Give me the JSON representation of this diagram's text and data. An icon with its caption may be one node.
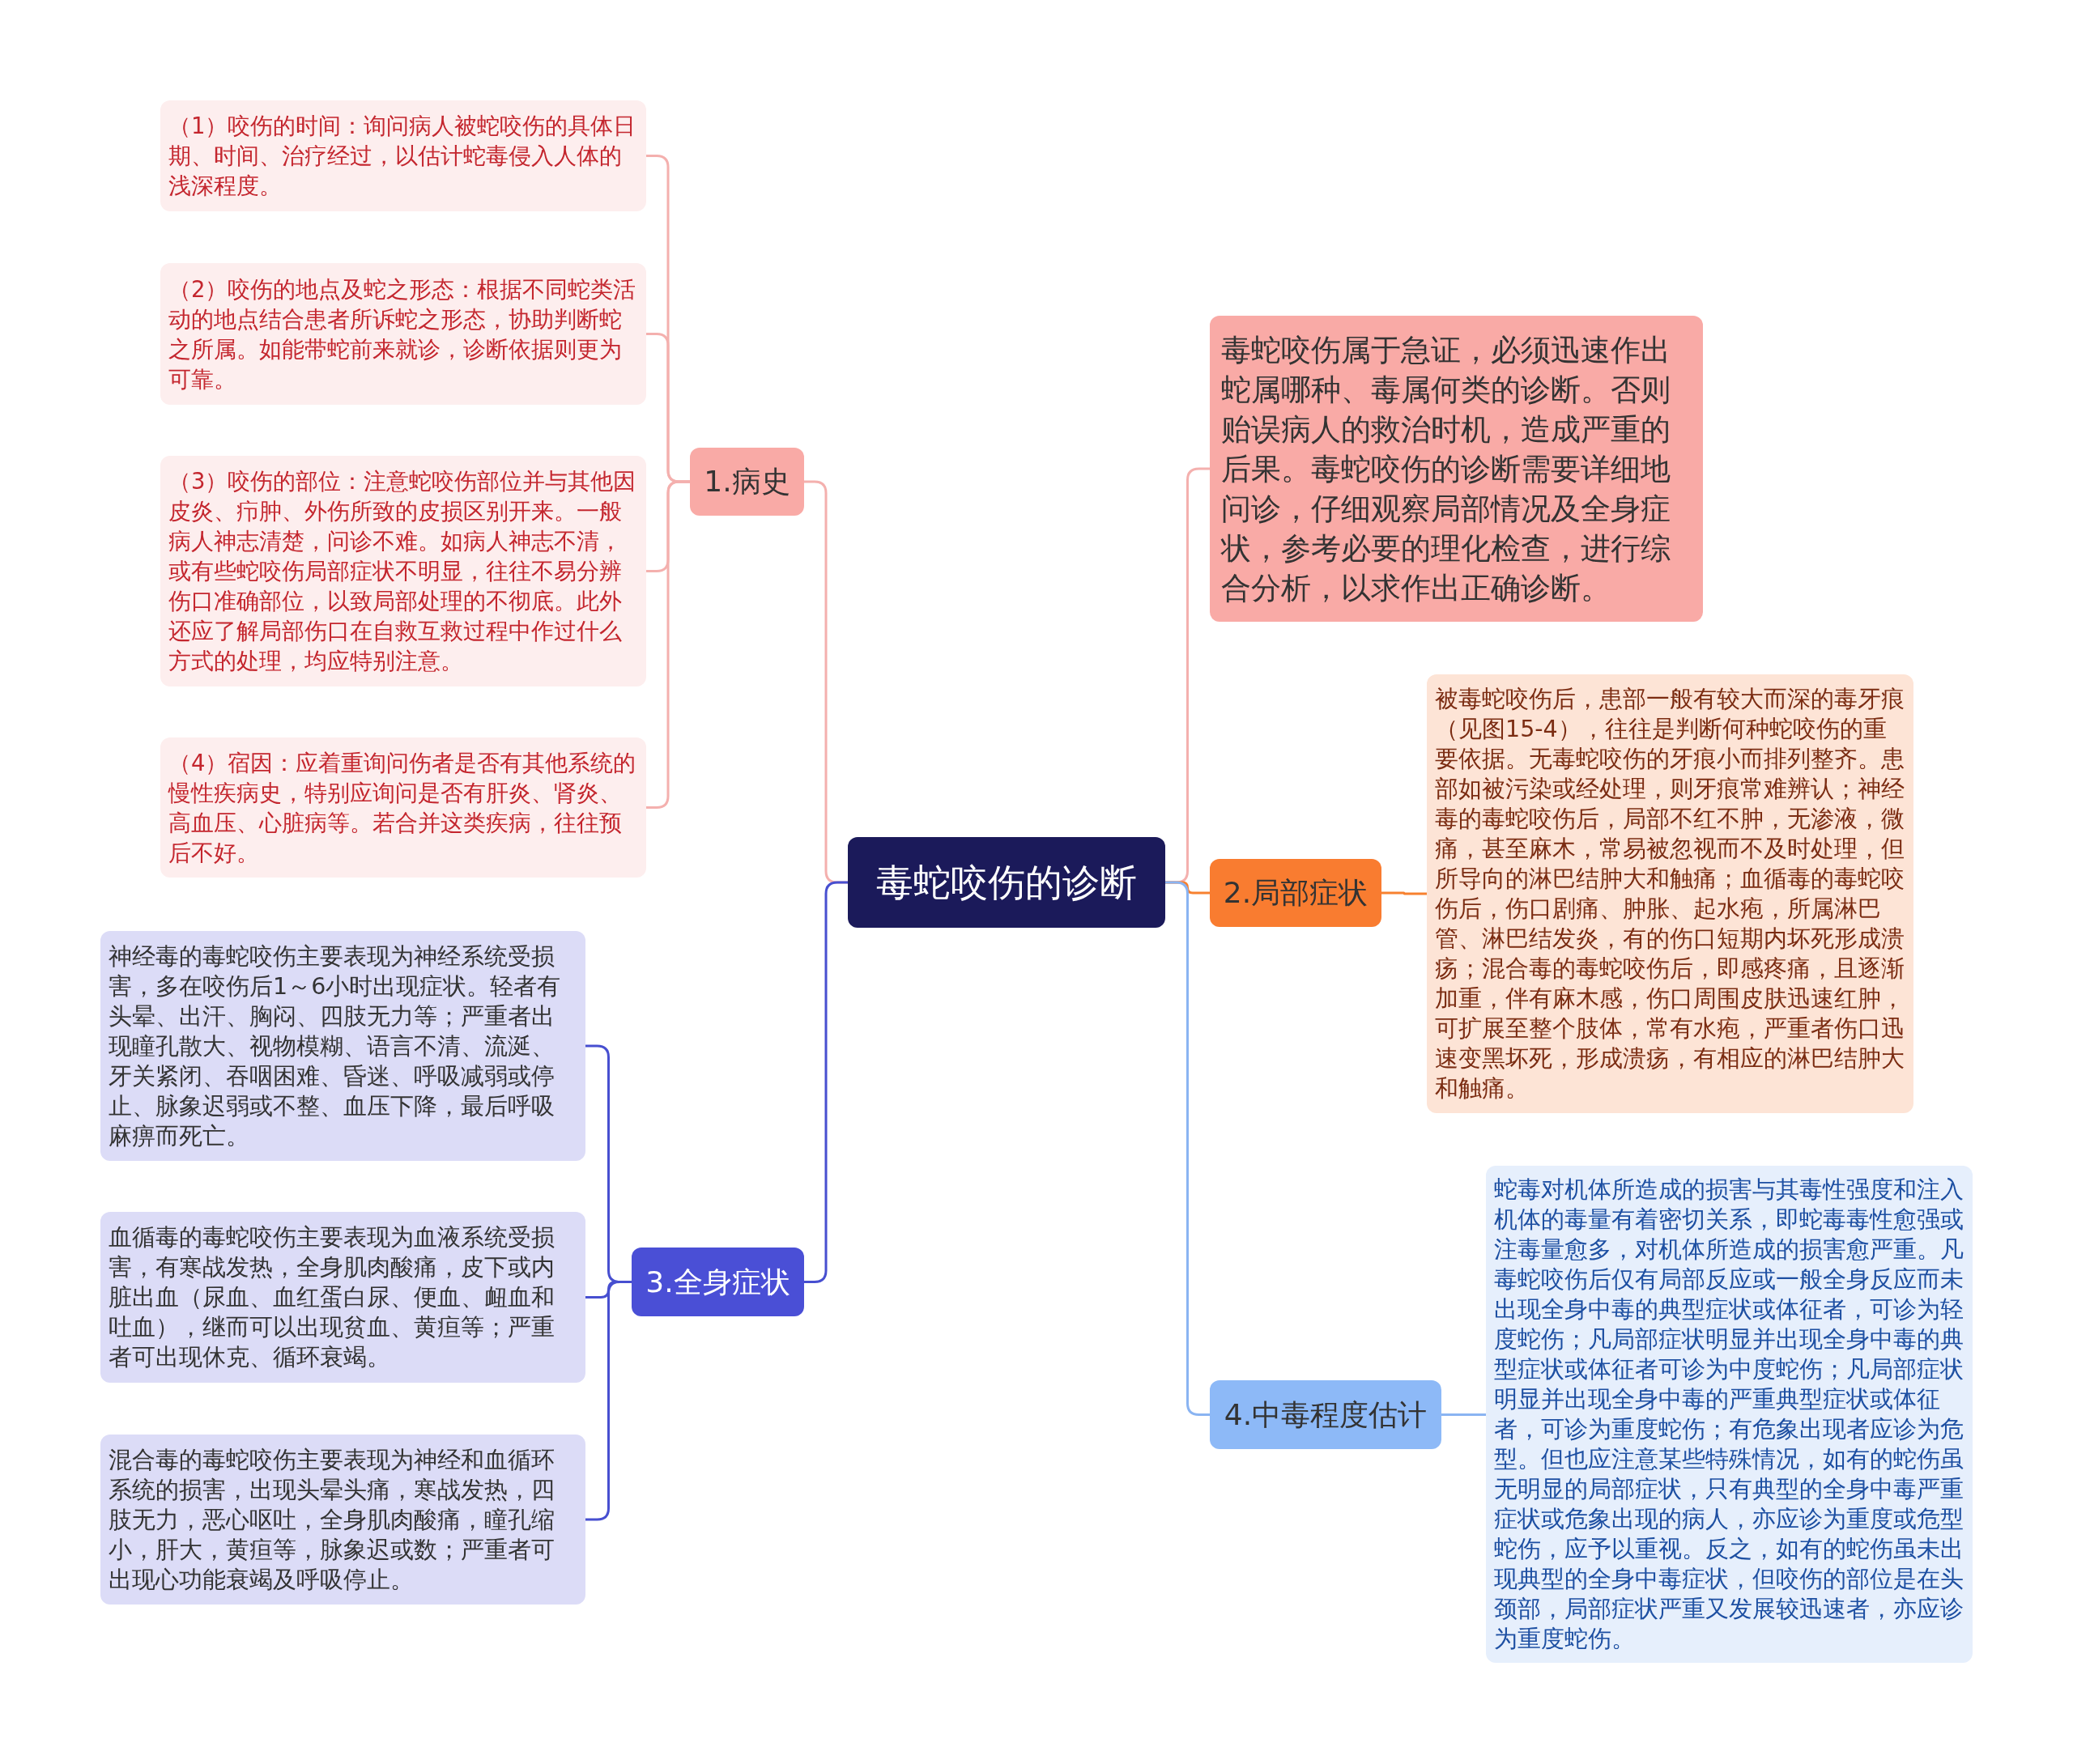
{
  "diagram": {
    "nodes": [
      {
        "text": [
          "毒蛇咬伤的诊断"
        ]
      },
      {
        "text": [
          "1.病史"
        ]
      },
      {
        "text": [
          "（1）咬伤的时间：询问病人被蛇咬伤的具体日期、时间、治疗经过，以估计蛇毒侵入人体的浅深程度。"
        ]
      },
      {
        "text": [
          "（2）咬伤的地点及蛇之形态：根据不同蛇类活动的地点结合患者所诉蛇之形态，协助判断蛇之所属。如能带蛇前来就诊，诊断依据则更为可靠。"
        ]
      },
      {
        "text": [
          "（3）咬伤的部位：注意蛇咬伤部位并与其他因皮炎、疖肿、外伤所致的皮损区别开来。一般病人神志清楚，问诊不难。如病人神志不清，或有些蛇咬伤局部症状不明显，往往不易分辨伤口准确部位，以致局部处理的不彻底。此外还应了解局部伤口在自救互救过程中作过什么方式的处理，均应特别注意。"
        ]
      },
      {
        "text": [
          "（4）宿因：应着重询问伤者是否有其他系统的慢性疾病史，特别应询问是否有肝炎、肾炎、高血压、心脏病等。若合并这类疾病，往往预后不好。"
        ]
      },
      {
        "text": [
          "毒蛇咬伤属于急证，必须迅速作出蛇属哪种、毒属何类的诊断。否则贻误病人的救治时机，造成严重的后果。毒蛇咬伤的诊断需要详细地问诊，仔细观察局部情况及全身症状，参考必要的理化检查，进行综合分析，以求作出正确诊断。"
        ]
      },
      {
        "text": [
          "2.局部症状"
        ]
      },
      {
        "text": [
          "被毒蛇咬伤后，患部一般有较大而深的毒牙痕（见图15-4），往往是判断何种蛇咬伤的重要依据。无毒蛇咬伤的牙痕小而排列整齐。患部如被污染或经处理，则牙痕常难辨认；神经毒的毒蛇咬伤后，局部不红不肿，无渗液，微痛，甚至麻木，常易被忽视而不及时处理，但所导向的淋巴结肿大和触痛；血循毒的毒蛇咬伤后，伤口剧痛、肿胀、起水疱，所属淋巴管、淋巴结发炎，有的伤口短期内坏死形成溃疡；混合毒的毒蛇咬伤后，即感疼痛，且逐渐加重，伴有麻木感，伤口周围皮肤迅速红肿，可扩展至整个肢体，常有水疱，严重者伤口迅速变黑坏死，形成溃疡，有相应的淋巴结肿大和触痛。"
        ]
      },
      {
        "text": [
          "3.全身症状"
        ]
      },
      {
        "text": [
          "神经毒的毒蛇咬伤主要表现为神经系统受损害，多在咬伤后1～6小时出现症状。轻者有头晕、出汗、胸闷、四肢无力等；严重者出现瞳孔散大、视物模糊、语言不清、流涎、牙关紧闭、吞咽困难、昏迷、呼吸减弱或停止、脉象迟弱或不整、血压下降，最后呼吸麻痹而死亡。"
        ]
      },
      {
        "text": [
          "血循毒的毒蛇咬伤主要表现为血液系统受损害，有寒战发热，全身肌肉酸痛，皮下或内脏出血（尿血、血红蛋白尿、便血、衄血和吐血），继而可以出现贫血、黄疸等；严重者可出现休克、循环衰竭。"
        ]
      },
      {
        "text": [
          "混合毒的毒蛇咬伤主要表现为神经和血循环系统的损害，出现头晕头痛，寒战发热，四肢无力，恶心呕吐，全身肌肉酸痛，瞳孔缩小，肝大，黄疸等，脉象迟或数；严重者可出现心功能衰竭及呼吸停止。"
        ]
      },
      {
        "text": [
          "4.中毒程度估计"
        ]
      },
      {
        "text": [
          "蛇毒对机体所造成的损害与其毒性强度和注入机体的毒量有着密切关系，即蛇毒毒性愈强或注毒量愈多，对机体所造成的损害愈严重。凡毒蛇咬伤后仅有局部反应或一般全身反应而未出现全身中毒的典型症状或体征者，可诊为轻度蛇伤；凡局部症状明显并出现全身中毒的典型症状或体征者可诊为中度蛇伤；凡局部症状明显并出现全身中毒的严重典型症状或体征者，可诊为重度蛇伤；有危象出现者应诊为危型。但也应注意某些特殊情况，如有的蛇伤虽无明显的局部症状，只有典型的全身中毒严重症状或危象出现的病人，亦应诊为重度或危型蛇伤，应予以重视。反之，如有的蛇伤虽未出现典型的全身中毒症状，但咬伤的部位是在头颈部，局部症状严重又发展较迅速者，亦应诊为重度蛇伤。"
        ]
      }
    ],
    "edges": [
      {
        "from": 0,
        "to": 1,
        "arrow": "none"
      },
      {
        "from": 1,
        "to": 2,
        "arrow": "none"
      },
      {
        "from": 1,
        "to": 3,
        "arrow": "none"
      },
      {
        "from": 1,
        "to": 4,
        "arrow": "none"
      },
      {
        "from": 1,
        "to": 5,
        "arrow": "none"
      },
      {
        "from": 0,
        "to": 6,
        "arrow": "none"
      },
      {
        "from": 0,
        "to": 7,
        "arrow": "none",
        "color": "#f7812f"
      },
      {
        "from": 7,
        "to": 8,
        "arrow": "none",
        "color": "#f7812f"
      },
      {
        "from": 0,
        "to": 9,
        "arrow": "none",
        "color": "#474fd0"
      },
      {
        "from": 9,
        "to": 10,
        "arrow": "none",
        "color": "#474fd0"
      },
      {
        "from": 9,
        "to": 11,
        "arrow": "none",
        "color": "#474fd0"
      },
      {
        "from": 9,
        "to": 12,
        "arrow": "none",
        "color": "#474fd0"
      },
      {
        "from": 0,
        "to": 13,
        "arrow": "none",
        "color": "#8ab4f2"
      },
      {
        "from": 13,
        "to": 14,
        "arrow": "none",
        "color": "#8ab4f2"
      }
    ]
  }
}
